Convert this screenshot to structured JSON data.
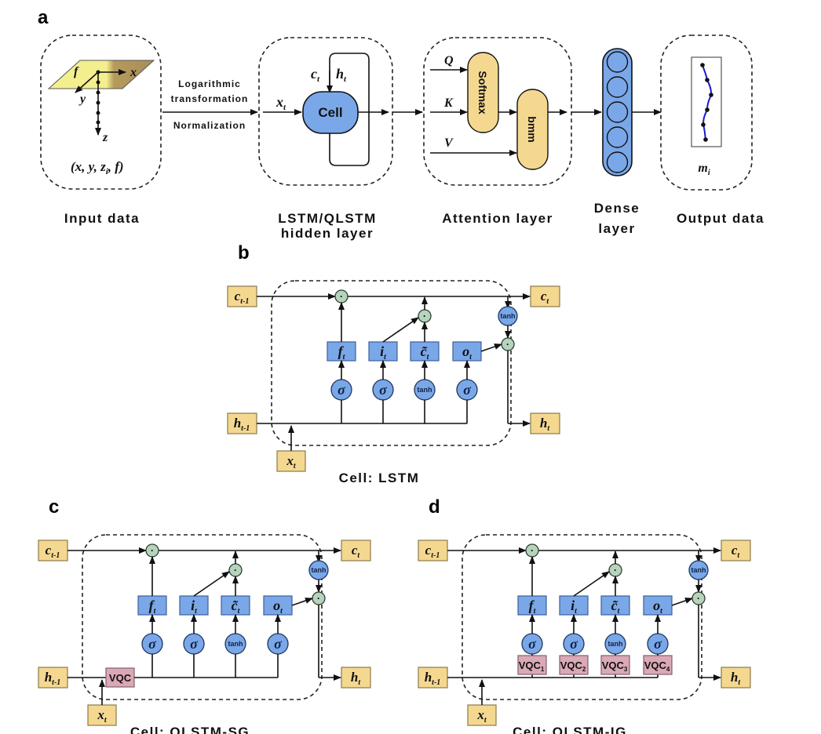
{
  "panel_a": {
    "letter": "a",
    "input": {
      "axis_f": "f",
      "axis_x": "x",
      "axis_y": "y",
      "axis_z": "z",
      "tuple": "(x, y, z",
      "tuple_sub": "i",
      "tuple_end": ", f)",
      "caption": "Input data"
    },
    "preprocess": {
      "line1": "Logarithmic",
      "line2": "transformation",
      "line3": "Normalization"
    },
    "lstm": {
      "x_label": "x",
      "x_sub": "t",
      "c_label": "c",
      "c_sub": "t",
      "h_label": "h",
      "h_sub": "t",
      "cell_label": "Cell",
      "caption_line1": "LSTM/QLSTM",
      "caption_line2": "hidden layer"
    },
    "attention": {
      "q": "Q",
      "k": "K",
      "v": "V",
      "softmax": "Softmax",
      "bmm": "bmm",
      "caption": "Attention layer"
    },
    "dense": {
      "caption_line1": "Dense",
      "caption_line2": "layer",
      "neurons": 5
    },
    "output": {
      "label": "m",
      "label_sub": "i",
      "caption": "Output data"
    }
  },
  "panel_b": {
    "letter": "b",
    "caption": "Cell: LSTM"
  },
  "panel_c": {
    "letter": "c",
    "caption": "Cell: QLSTM-SG",
    "vqc": "VQC"
  },
  "panel_d": {
    "letter": "d",
    "caption": "Cell: QLSTM-IG",
    "vqc": [
      "VQC",
      "VQC",
      "VQC",
      "VQC"
    ],
    "vqc_subs": [
      "1",
      "2",
      "3",
      "4"
    ]
  },
  "cell_common": {
    "c_prev": "c",
    "c_prev_sub": "t-1",
    "h_prev": "h",
    "h_prev_sub": "t-1",
    "c_out": "c",
    "c_out_sub": "t",
    "h_out": "h",
    "h_out_sub": "t",
    "x_in": "x",
    "x_in_sub": "t",
    "gates": [
      {
        "label": "f",
        "sub": "t",
        "act": "σ"
      },
      {
        "label": "i",
        "sub": "t",
        "act": "σ"
      },
      {
        "label": "c̃",
        "sub": "t",
        "act": "tanh"
      },
      {
        "label": "o",
        "sub": "t",
        "act": "σ"
      }
    ],
    "tanh_out": "tanh",
    "mult": "·"
  },
  "colors": {
    "yellow": "#f5d890",
    "blue": "#7aa7e8",
    "green": "#b8d3bd",
    "pink": "#dba8b5",
    "curve": "#1a1acc"
  }
}
